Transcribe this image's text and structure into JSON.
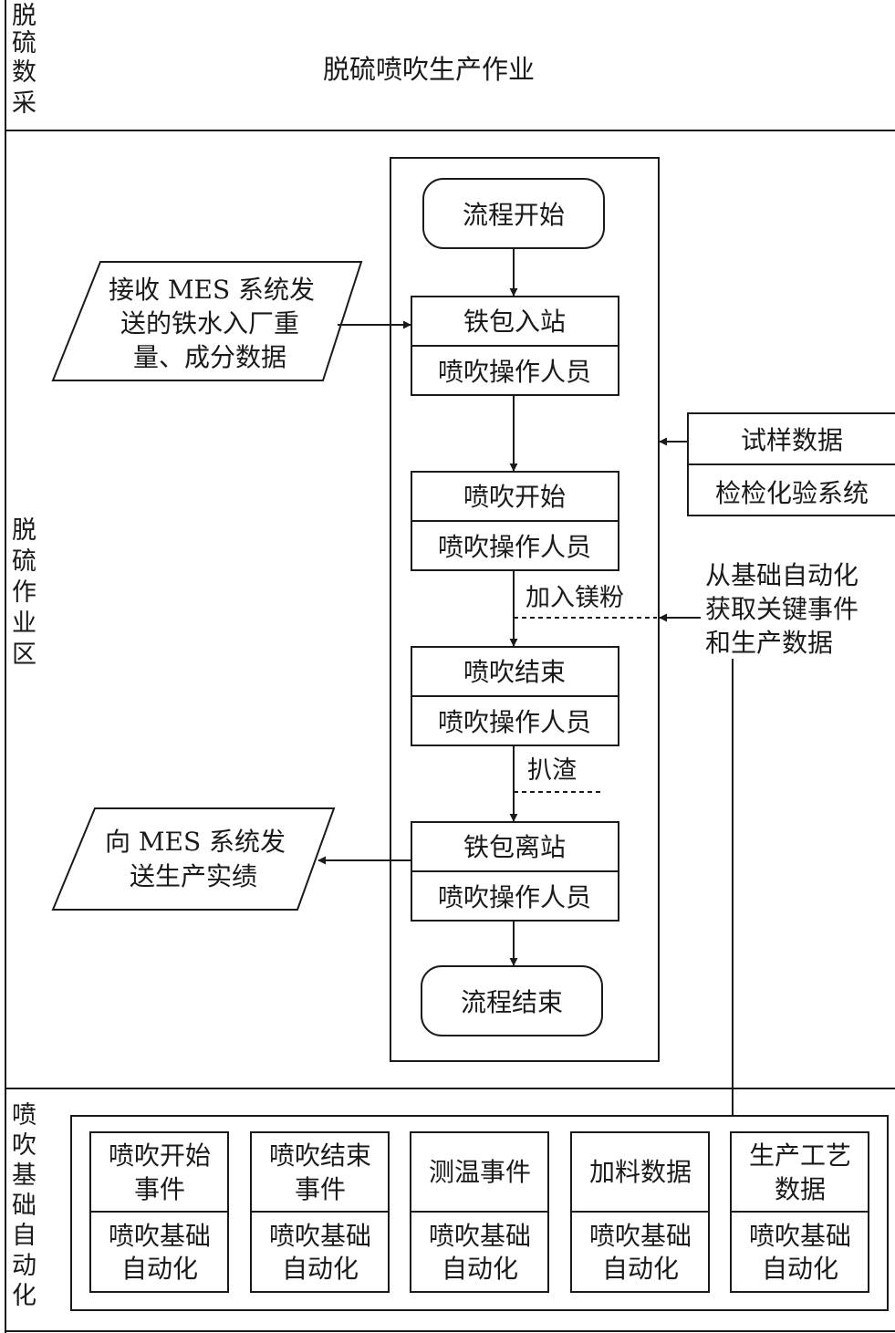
{
  "lanes": {
    "top": {
      "label": [
        "脱",
        "硫",
        "数",
        "采"
      ],
      "title": "脱硫喷吹生产作业"
    },
    "middle": {
      "label": [
        "脱",
        "硫",
        "作",
        "业",
        "区"
      ]
    },
    "bottom": {
      "label": [
        "喷",
        "吹",
        "基",
        "础",
        "自",
        "动",
        "化"
      ]
    }
  },
  "flow": {
    "start": "流程开始",
    "end": "流程结束",
    "steps": [
      {
        "title": "铁包入站",
        "actor": "喷吹操作人员"
      },
      {
        "title": "喷吹开始",
        "actor": "喷吹操作人员"
      },
      {
        "title": "喷吹结束",
        "actor": "喷吹操作人员"
      },
      {
        "title": "铁包离站",
        "actor": "喷吹操作人员"
      }
    ],
    "notes": {
      "add_magnesium": "加入镁粉",
      "slag_removal": "扒渣"
    }
  },
  "inputs": {
    "mes_receive": [
      "接收 MES 系统发",
      "送的铁水入厂重",
      "量、成分数据"
    ],
    "mes_send": [
      "向 MES 系统发",
      "送生产实绩"
    ],
    "sample": {
      "title": "试样数据",
      "source": "检检化验系统"
    },
    "automation_fetch": [
      "从基础自动化",
      "获取关键事件",
      "和生产数据"
    ]
  },
  "automation_items": [
    {
      "title": [
        "喷吹开始",
        "事件"
      ],
      "source": [
        "喷吹基础",
        "自动化"
      ]
    },
    {
      "title": [
        "喷吹结束",
        "事件"
      ],
      "source": [
        "喷吹基础",
        "自动化"
      ]
    },
    {
      "title": [
        "测温事件"
      ],
      "source": [
        "喷吹基础",
        "自动化"
      ]
    },
    {
      "title": [
        "加料数据"
      ],
      "source": [
        "喷吹基础",
        "自动化"
      ]
    },
    {
      "title": [
        "生产工艺",
        "数据"
      ],
      "source": [
        "喷吹基础",
        "自动化"
      ]
    }
  ]
}
